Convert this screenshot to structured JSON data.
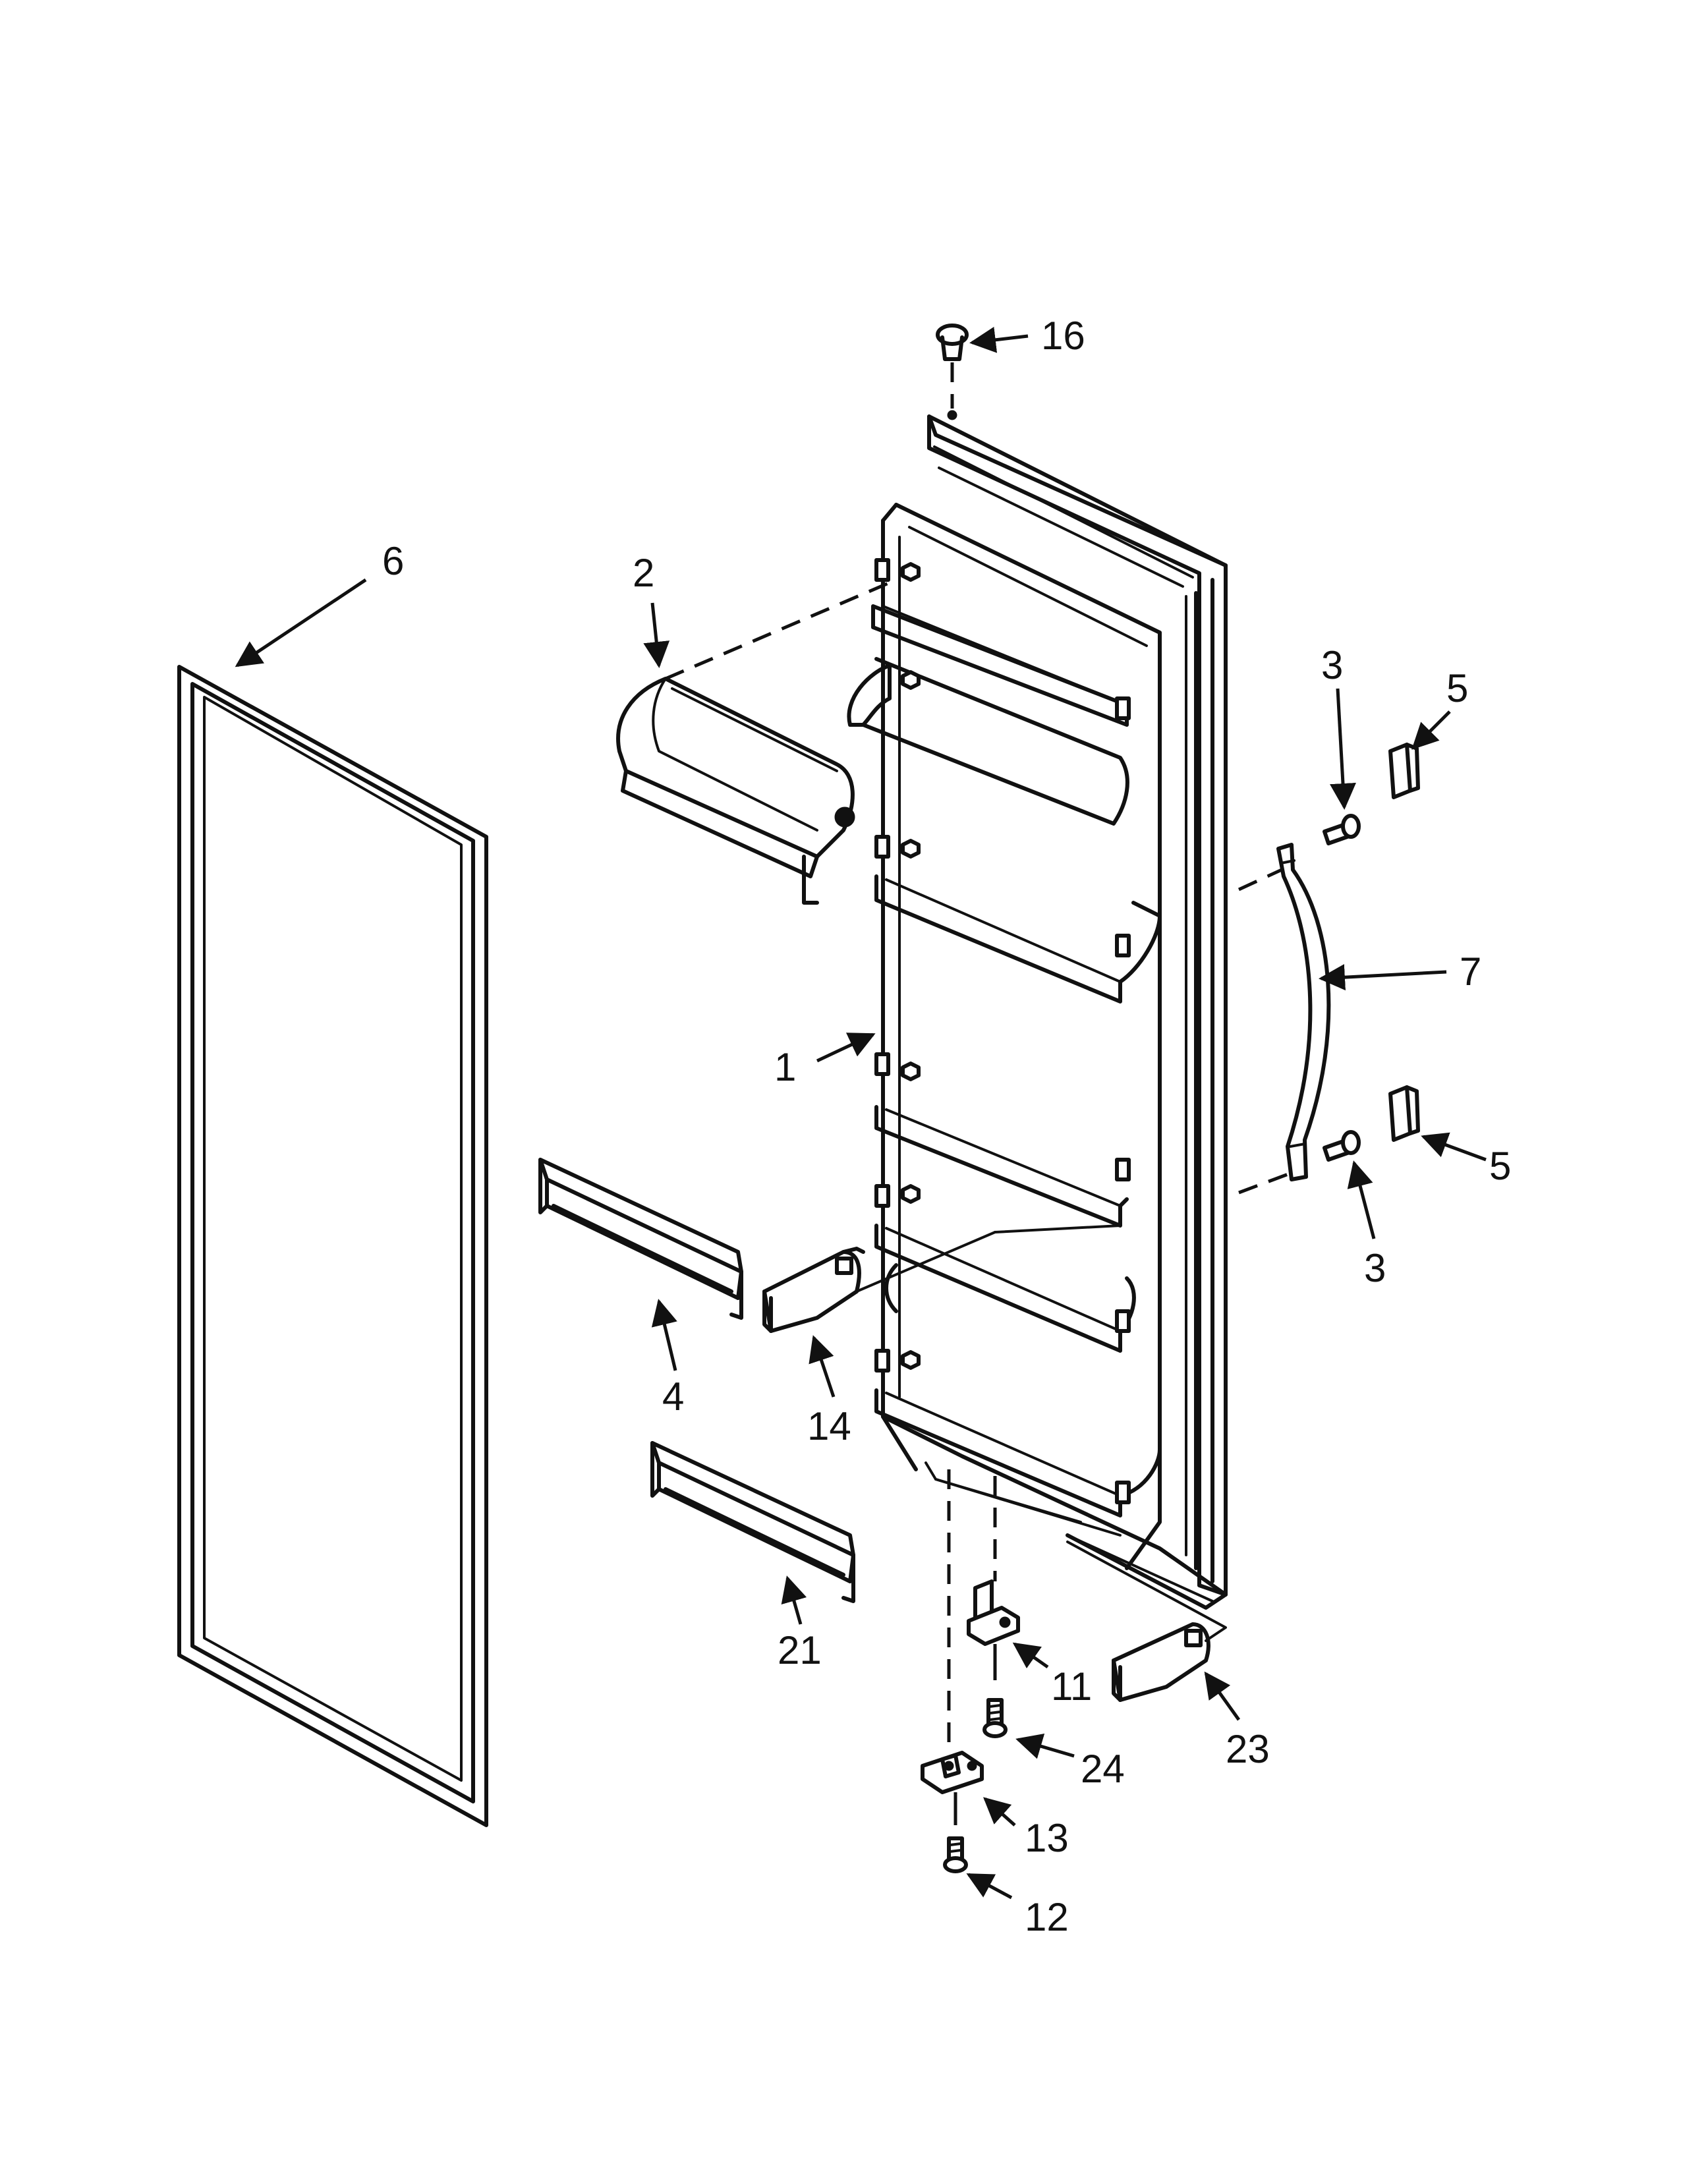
{
  "callouts": {
    "c1": "1",
    "c2": "2",
    "c3_top": "3",
    "c3_bottom": "3",
    "c4": "4",
    "c5_top": "5",
    "c5_bottom": "5",
    "c6": "6",
    "c7": "7",
    "c11": "11",
    "c12": "12",
    "c13": "13",
    "c14": "14",
    "c16": "16",
    "c21": "21",
    "c23": "23",
    "c24": "24"
  }
}
